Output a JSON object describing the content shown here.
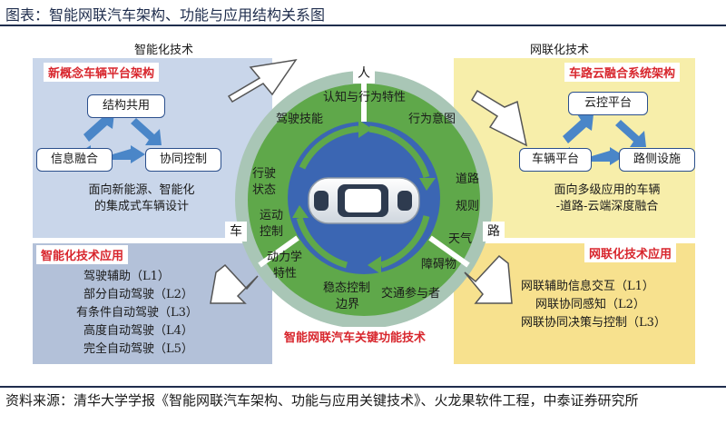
{
  "figure_title": "图表：智能网联汽车架构、功能与应用结构关系图",
  "source": "资料来源：清华大学学报《智能网联汽车架构、功能与应用关键技术》、火龙果软件工程，中泰证券研究所",
  "left": {
    "heading": "智能化技术",
    "tag": "新概念车辆平台架构",
    "box_top": "结构共用",
    "box_left": "信息融合",
    "box_right": "协同控制",
    "desc_line1": "面向新能源、智能化",
    "desc_line2": "的集成式车辆设计",
    "app_tag": "智能化技术应用",
    "apps": [
      "驾驶辅助（L1）",
      "部分自动驾驶（L2）",
      "有条件自动驾驶（L3）",
      "高度自动驾驶（L4）",
      "完全自动驾驶（L5）"
    ]
  },
  "right": {
    "heading": "网联化技术",
    "tag": "车路云融合系统架构",
    "box_top": "云控平台",
    "box_left": "车辆平台",
    "box_right": "路侧设施",
    "desc_line1": "面向多级应用的车辆",
    "desc_line2": "-道路-云端深度融合",
    "app_tag": "网联化技术应用",
    "apps": [
      "网联辅助信息交互（L1）",
      "网联协同感知（L2）",
      "网联协同决策与控制（L3）"
    ]
  },
  "wheel": {
    "people": "人",
    "vehicle": "车",
    "road": "路",
    "ring_top_1": "认知与行为特性",
    "ring_top_2": "驾驶技能",
    "ring_top_3": "行为意图",
    "left_1": "行驶",
    "left_2": "状态",
    "left_3": "运动",
    "left_4": "控制",
    "bottom_1": "动力学",
    "bottom_2": "特性",
    "bottom_3": "稳态控制",
    "bottom_4": "边界",
    "bottom_5": "交通参与者",
    "right_1": "道路",
    "right_2": "规则",
    "right_3": "天气",
    "right_4": "障碍物",
    "bottom_tag": "智能网联汽车关键功能技术"
  },
  "colors": {
    "ring_outer": "#5fa84a",
    "ring_border": "#a9c6b6",
    "inner_blue": "#3b66b3",
    "tag_red": "#d8262d",
    "box_border": "#2b4f8c",
    "arrow_blue": "#4a86c8"
  }
}
